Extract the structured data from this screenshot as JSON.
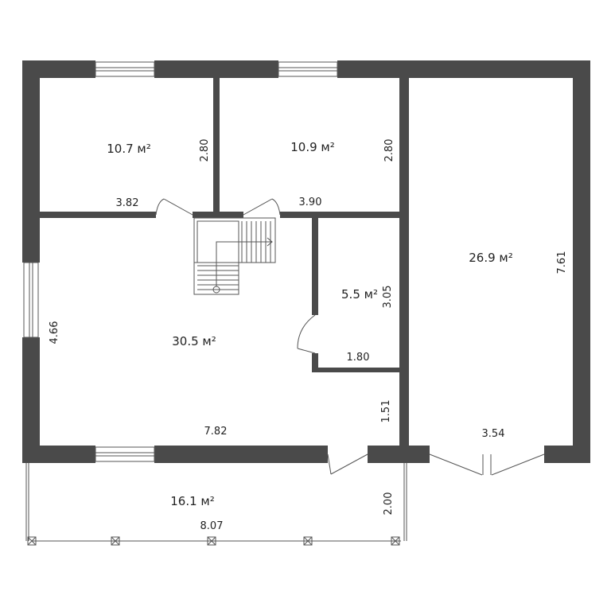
{
  "colors": {
    "wall": "#4a4a4a",
    "line": "#555555",
    "text": "#222222",
    "background": "#ffffff"
  },
  "rooms": {
    "bedroom_left": {
      "area": "10.7 м²",
      "width": "3.82",
      "depth": "2.80"
    },
    "bedroom_middle": {
      "area": "10.9 м²",
      "width": "3.90",
      "depth": "2.80"
    },
    "living_room": {
      "area": "30.5 м²",
      "width": "7.82",
      "depth": "4.66",
      "passage": "1.51"
    },
    "bathroom": {
      "area": "5.5 м²",
      "width": "1.80",
      "depth": "3.05"
    },
    "garage": {
      "area": "26.9 м²",
      "width": "3.54",
      "depth": "7.61"
    },
    "terrace": {
      "area": "16.1 м²",
      "width": "8.07",
      "depth": "2.00"
    }
  }
}
